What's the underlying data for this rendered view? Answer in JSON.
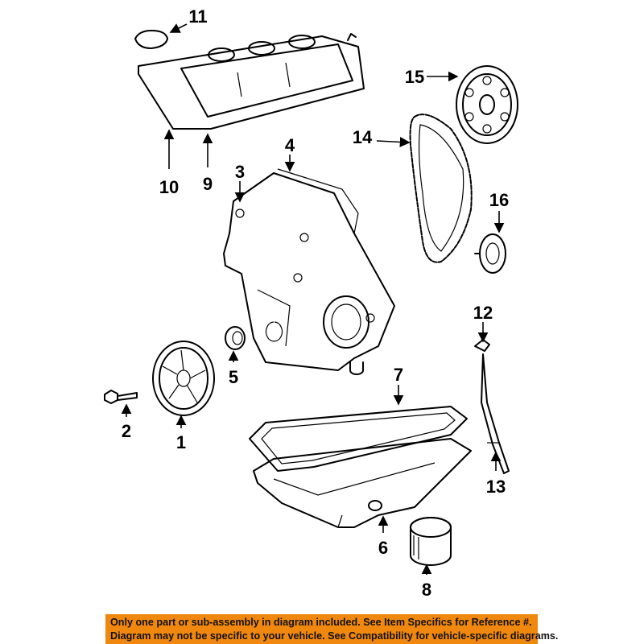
{
  "diagram": {
    "callouts": [
      "1",
      "2",
      "3",
      "4",
      "5",
      "6",
      "7",
      "8",
      "9",
      "10",
      "11",
      "12",
      "13",
      "14",
      "15",
      "16"
    ]
  },
  "banner": {
    "line1": "Only one part or sub-assembly in diagram included. See Item Specifics for Reference #.",
    "line2": "Diagram may not be specific to your vehicle. See Compatibility for vehicle-specific diagrams.",
    "color": "#f0870e"
  }
}
